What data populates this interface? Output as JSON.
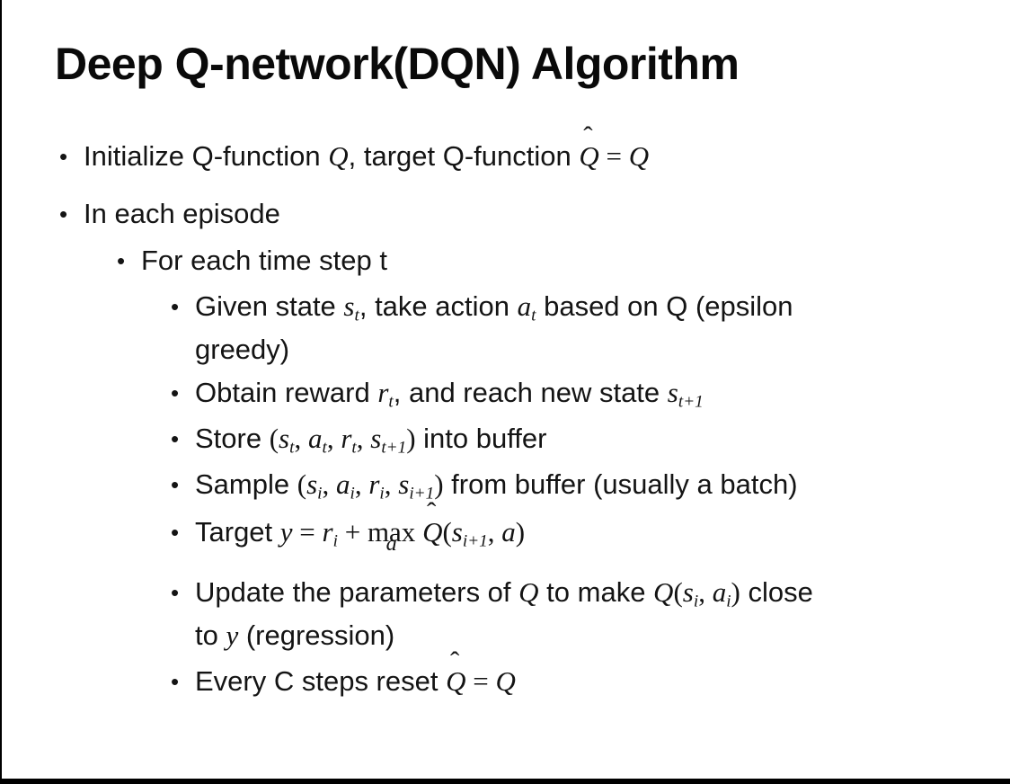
{
  "slide": {
    "title": "Deep Q-network(DQN) Algorithm",
    "bullet_glyph": "•",
    "bullets": [
      {
        "level": 1,
        "segments": [
          {
            "style": "p",
            "text": "Initialize Q-function "
          },
          {
            "style": "m",
            "text": "Q"
          },
          {
            "style": "p",
            "text": ", target Q-function "
          },
          {
            "style": "mhat",
            "text": "Q",
            "hat": "ˆ"
          },
          {
            "style": "mo",
            "text": " = "
          },
          {
            "style": "m",
            "text": "Q"
          }
        ]
      },
      {
        "level": 1,
        "segments": [
          {
            "style": "p",
            "text": "In each episode"
          }
        ]
      },
      {
        "level": 2,
        "segments": [
          {
            "style": "p",
            "text": "For each time step t"
          }
        ]
      },
      {
        "level": 3,
        "segments": [
          {
            "style": "p",
            "text": "Given state "
          },
          {
            "style": "m",
            "text": "s",
            "sub": "t"
          },
          {
            "style": "p",
            "text": ", take action "
          },
          {
            "style": "m",
            "text": "a",
            "sub": "t"
          },
          {
            "style": "p",
            "text": " based on Q (epsilon"
          },
          {
            "style": "br"
          },
          {
            "style": "p",
            "text": "greedy)"
          }
        ]
      },
      {
        "level": 3,
        "segments": [
          {
            "style": "p",
            "text": "Obtain reward "
          },
          {
            "style": "m",
            "text": "r",
            "sub": "t"
          },
          {
            "style": "p",
            "text": ", and reach new state "
          },
          {
            "style": "m",
            "text": "s",
            "sub": "t+1"
          }
        ]
      },
      {
        "level": 3,
        "segments": [
          {
            "style": "p",
            "text": "Store "
          },
          {
            "style": "mo",
            "text": "("
          },
          {
            "style": "m",
            "text": "s",
            "sub": "t"
          },
          {
            "style": "mo",
            "text": ", "
          },
          {
            "style": "m",
            "text": "a",
            "sub": "t"
          },
          {
            "style": "mo",
            "text": ", "
          },
          {
            "style": "m",
            "text": "r",
            "sub": "t"
          },
          {
            "style": "mo",
            "text": ", "
          },
          {
            "style": "m",
            "text": "s",
            "sub": "t+1"
          },
          {
            "style": "mo",
            "text": ")"
          },
          {
            "style": "p",
            "text": " into buffer"
          }
        ]
      },
      {
        "level": 3,
        "segments": [
          {
            "style": "p",
            "text": "Sample "
          },
          {
            "style": "mo",
            "text": "("
          },
          {
            "style": "m",
            "text": "s",
            "sub": "i"
          },
          {
            "style": "mo",
            "text": ", "
          },
          {
            "style": "m",
            "text": "a",
            "sub": "i"
          },
          {
            "style": "mo",
            "text": ", "
          },
          {
            "style": "m",
            "text": "r",
            "sub": "i"
          },
          {
            "style": "mo",
            "text": ", "
          },
          {
            "style": "m",
            "text": "s",
            "sub": "i+1"
          },
          {
            "style": "mo",
            "text": ")"
          },
          {
            "style": "p",
            "text": " from buffer (usually a batch)"
          }
        ]
      },
      {
        "level": 3,
        "segments": [
          {
            "style": "p",
            "text": "Target "
          },
          {
            "style": "m",
            "text": "y"
          },
          {
            "style": "mo",
            "text": " = "
          },
          {
            "style": "m",
            "text": "r",
            "sub": "i"
          },
          {
            "style": "mo",
            "text": " + "
          },
          {
            "style": "munder",
            "text": "max",
            "under": "a"
          },
          {
            "style": "mo",
            "text": " "
          },
          {
            "style": "mhat",
            "text": "Q",
            "hat": "ˆ"
          },
          {
            "style": "mo",
            "text": "("
          },
          {
            "style": "m",
            "text": "s",
            "sub": "i+1"
          },
          {
            "style": "mo",
            "text": ", "
          },
          {
            "style": "m",
            "text": "a"
          },
          {
            "style": "mo",
            "text": ")"
          }
        ]
      },
      {
        "level": 3,
        "segments": [
          {
            "style": "p",
            "text": "Update the parameters of "
          },
          {
            "style": "m",
            "text": "Q"
          },
          {
            "style": "p",
            "text": " to make "
          },
          {
            "style": "m",
            "text": "Q"
          },
          {
            "style": "mo",
            "text": "("
          },
          {
            "style": "m",
            "text": "s",
            "sub": "i"
          },
          {
            "style": "mo",
            "text": ", "
          },
          {
            "style": "m",
            "text": "a",
            "sub": "i"
          },
          {
            "style": "mo",
            "text": ")"
          },
          {
            "style": "p",
            "text": " close"
          },
          {
            "style": "br"
          },
          {
            "style": "p",
            "text": "to "
          },
          {
            "style": "m",
            "text": "y"
          },
          {
            "style": "p",
            "text": " (regression)"
          }
        ]
      },
      {
        "level": 3,
        "segments": [
          {
            "style": "p",
            "text": "Every C steps reset "
          },
          {
            "style": "mhat",
            "text": "Q",
            "hat": "ˆ"
          },
          {
            "style": "mo",
            "text": " = "
          },
          {
            "style": "m",
            "text": "Q"
          }
        ]
      }
    ]
  }
}
